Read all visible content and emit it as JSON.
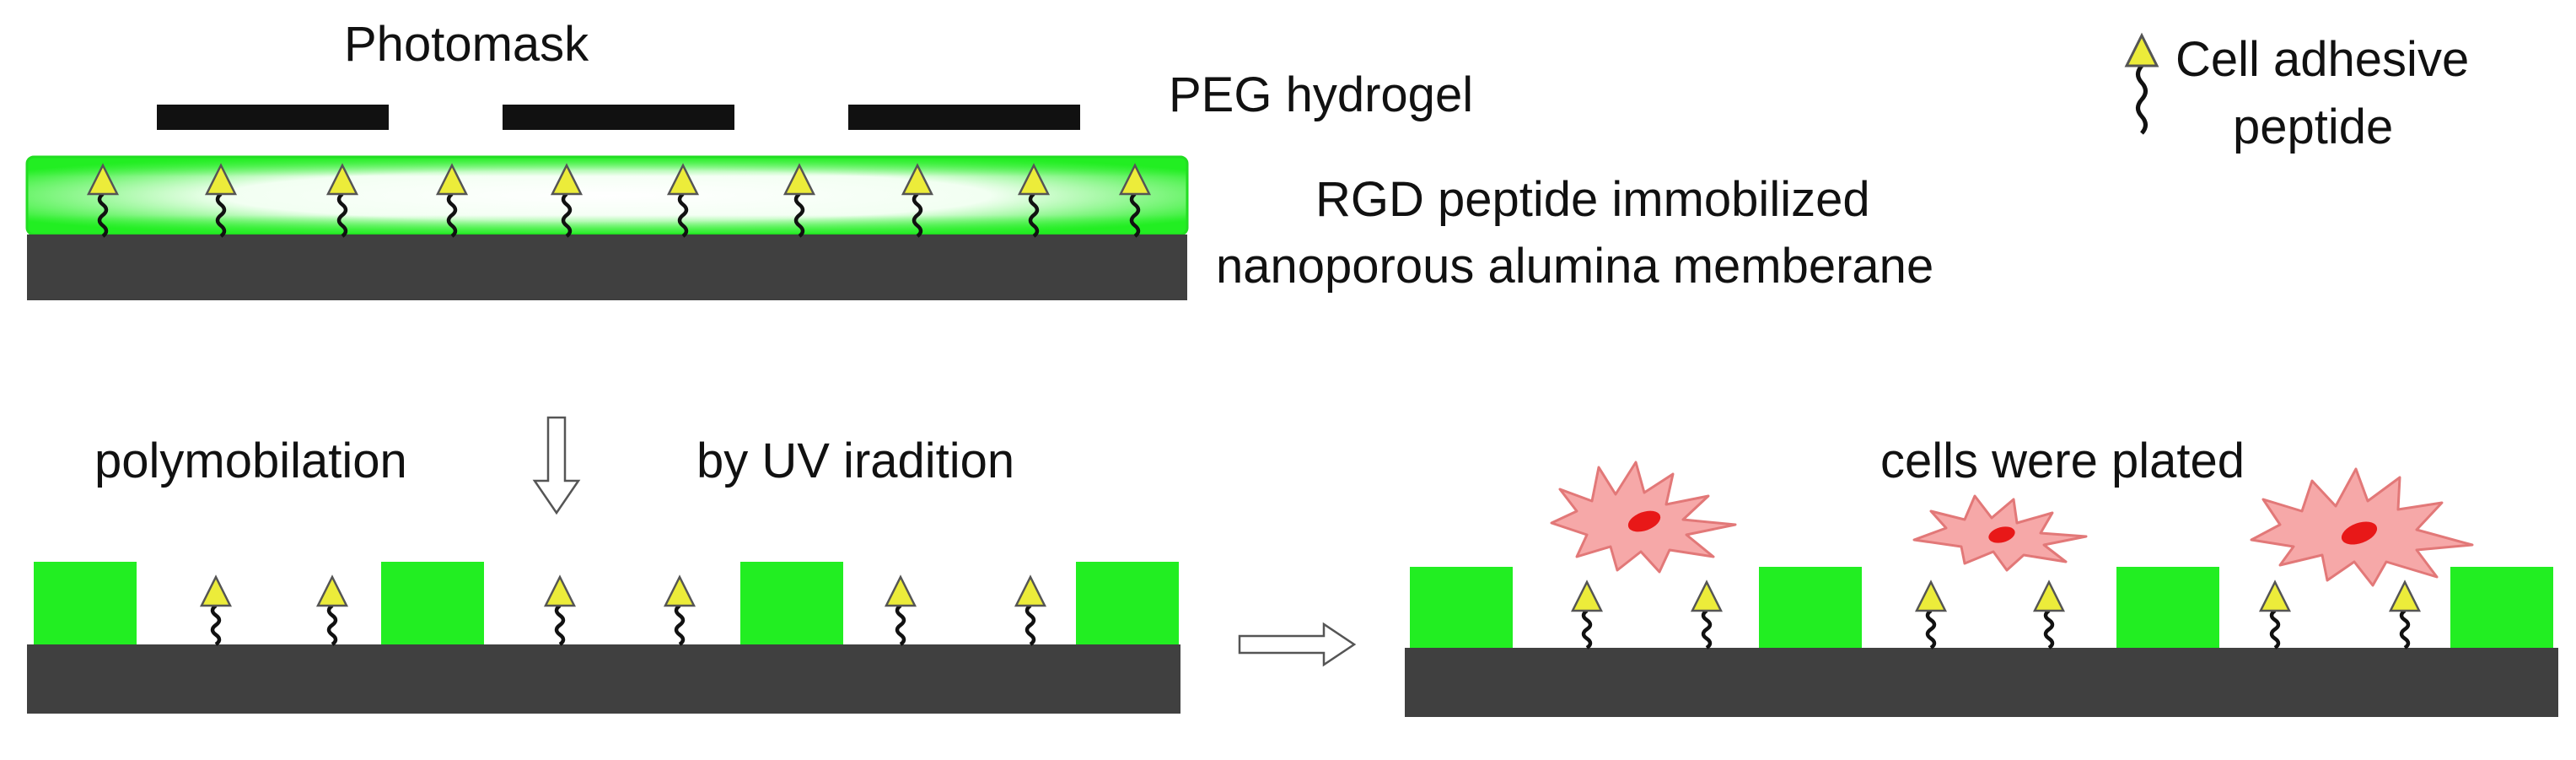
{
  "labels": {
    "photomask": "Photomask",
    "peg_hydrogel": "PEG hydrogel",
    "legend_line1": "Cell adhesive",
    "legend_line2": "peptide",
    "membrane_line1": "RGD peptide immobilized",
    "membrane_line2": "nanoporous alumina memberane",
    "step1": "polymobilation",
    "step2": "by UV iradition",
    "cells": "cells were plated"
  },
  "colors": {
    "hydrogel_green": "#22ee22",
    "membrane_gray": "#404040",
    "mask_black": "#111111",
    "peptide_yellow": "#ecec3a",
    "cell_pink": "#f6a8a8",
    "nucleus_red": "#e81818"
  },
  "icons": {
    "peptide": "triangle-with-squiggle-tail",
    "arrow_down": "hollow-down-arrow",
    "arrow_right": "hollow-right-arrow",
    "cell": "spiky-cell-with-nucleus"
  }
}
